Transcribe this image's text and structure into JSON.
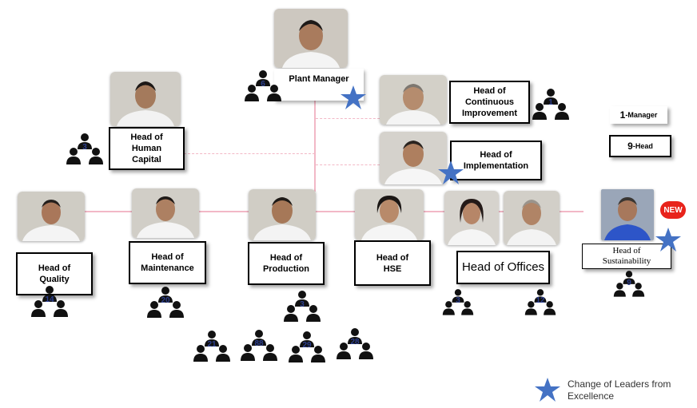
{
  "roles": {
    "plant_manager": "Plant Manager",
    "continuous_improvement": "Head of\nContinuous\nImprovement",
    "human_capital": "Head of\nHuman\nCapital",
    "implementation": "Head of\nImplementation",
    "quality": "Head of\nQuality",
    "maintenance": "Head of\nMaintenance",
    "production": "Head of\nProduction",
    "hse": "Head of\nHSE",
    "offices": "Head of Offices",
    "sustainability": "Head of\nSustainability"
  },
  "team_counts": {
    "plant_manager": "6",
    "continuous_improvement": "1",
    "human_capital": "3",
    "quality": "14",
    "maintenance": "20",
    "production": "3",
    "offices_a": "3",
    "offices_b": "12",
    "sustainability": "9",
    "production_sub": [
      "21",
      "88",
      "29",
      "28"
    ]
  },
  "summary": {
    "manager_count": "1",
    "manager_label": "-Manager",
    "head_count": "9",
    "head_label": "-Head"
  },
  "new_badge": "NEW",
  "legend": {
    "text": "Change of Leaders from Excellence",
    "star_color": "#4472c4"
  },
  "colors": {
    "connector": "#f2b8c6",
    "star": "#4472c4",
    "new_badge": "#e8231b"
  }
}
